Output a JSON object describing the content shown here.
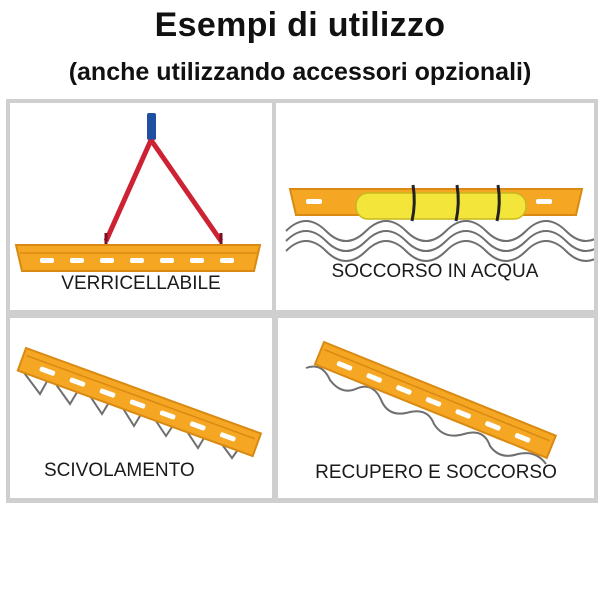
{
  "header": {
    "title": "Esempi di utilizzo",
    "subtitle": "(anche utilizzando accessori opzionali)"
  },
  "panels": [
    {
      "caption": "VERRICELLABILE",
      "icon": "winch-lift-icon"
    },
    {
      "caption": "SOCCORSO IN ACQUA",
      "icon": "water-rescue-icon"
    },
    {
      "caption": "SCIVOLAMENTO",
      "icon": "sliding-icon"
    },
    {
      "caption": "RECUPERO E SOCCORSO",
      "icon": "recovery-rescue-icon"
    }
  ],
  "colors": {
    "stretcher": "#f5a623",
    "stretcher_dark": "#d98a12",
    "sling": "#cc2233",
    "hook": "#1f4fa3",
    "float": "#f3e53a",
    "wave": "#6f6f6f"
  }
}
